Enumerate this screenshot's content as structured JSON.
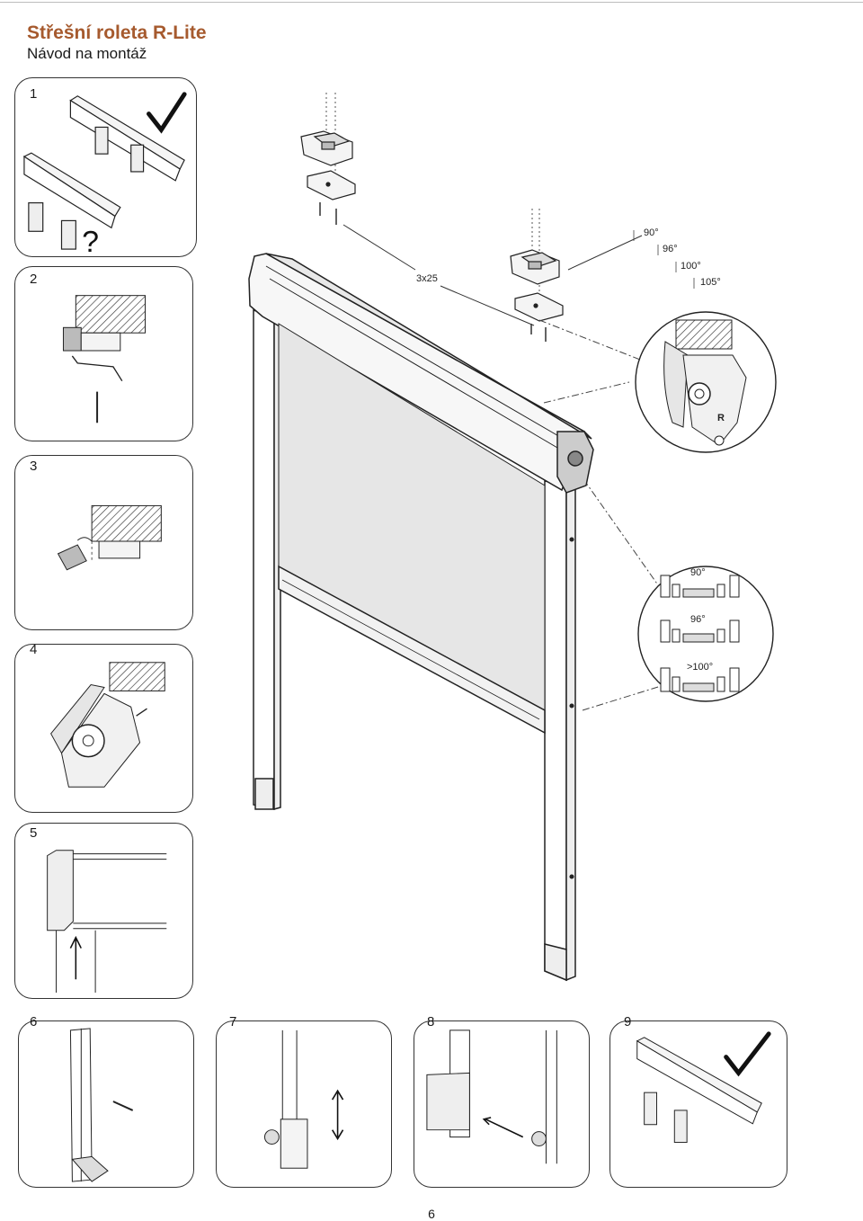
{
  "header": {
    "title": "Střešní roleta R-Lite",
    "subtitle": "Návod na montáž"
  },
  "steps": [
    "1",
    "2",
    "3",
    "4",
    "5",
    "6",
    "7",
    "8",
    "9"
  ],
  "main_figure": {
    "screw_label": "3x25",
    "angles_top": [
      "90°",
      "96°",
      "100°",
      "105°"
    ],
    "angles_side": [
      "90°",
      "96°",
      ">100°"
    ],
    "r_mark": "R"
  },
  "footer": {
    "page_number": "6"
  }
}
